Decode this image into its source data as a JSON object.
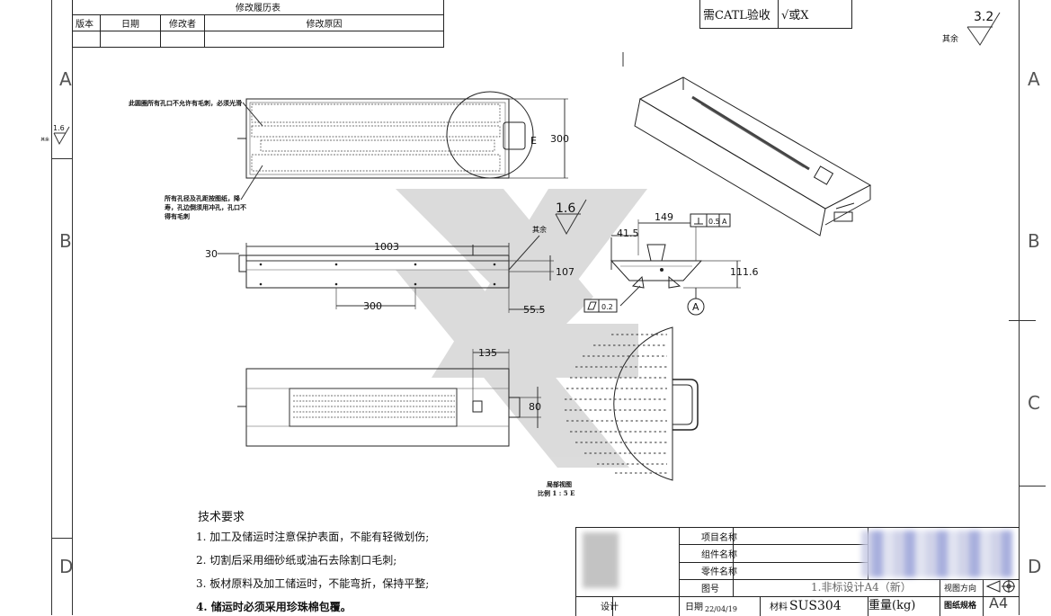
{
  "revision_table": {
    "title": "修改履历表",
    "headers": [
      "版本",
      "日期",
      "修改者",
      "修改原因"
    ]
  },
  "acceptance": {
    "label": "需CATL验收",
    "value": "√或X"
  },
  "roughness": {
    "rest_label": "其余",
    "rest_value": "3.2",
    "left_value": "1.6",
    "left_label": "其余",
    "mid_value": "1.6",
    "mid_label": "其余"
  },
  "zones": {
    "left": [
      "A",
      "B",
      "D"
    ],
    "right": [
      "A",
      "B",
      "C",
      "D"
    ]
  },
  "notes": {
    "hole_note": "此圆圈所有孔口不允许有毛刺，必须光滑",
    "burr_note": "所有孔径及孔距按图纸，降寿，孔边倒须用冲孔，孔口不得有毛刺"
  },
  "dimensions": {
    "d300_v": "300",
    "e_label": "E",
    "d30": "30",
    "d1003": "1003",
    "d107": "107",
    "d300_h": "300",
    "d55_5": "55.5",
    "d149": "149",
    "d41_5": "41.5",
    "d111_6": "111.6",
    "perp": "0.5",
    "datum_a": "A",
    "flat": "0.2",
    "datum_circle": "A",
    "d135": "135",
    "d80": "80"
  },
  "detail": {
    "label": "局部视图",
    "scale": "比例 1 : 5 E"
  },
  "tech": {
    "title": "技术要求",
    "items": [
      "1. 加工及储运时注意保护表面，不能有轻微划伤;",
      "2. 切割后采用细砂纸或油石去除割口毛刺;",
      "3. 板材原料及加工储运时，不能弯折，保持平整;",
      "4. 储运时必须采用珍珠棉包覆。"
    ]
  },
  "title_block": {
    "project_name": "项目名称",
    "assembly_name": "组件名称",
    "part_name": "零件名称",
    "drawing_no": "图号",
    "print_spec": "1.非标设计A4（新）",
    "designer": "设计",
    "date_label": "日期",
    "date_value": "22/04/19",
    "material_label": "材料",
    "material_value": "SUS304",
    "weight_label": "重量(kg)",
    "view_direction": "视图方向",
    "drawing_spec": "图纸规格",
    "paper_size": "A4"
  }
}
